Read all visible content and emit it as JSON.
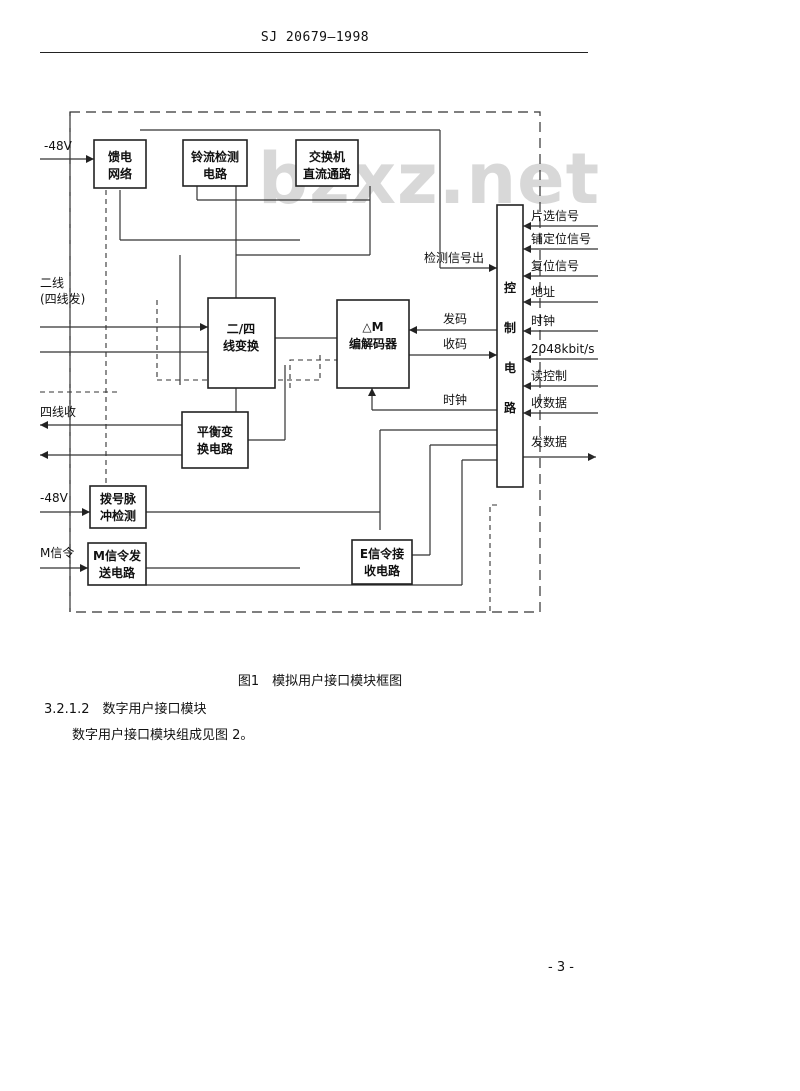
{
  "header": {
    "doc_id": "SJ 20679—1998"
  },
  "watermark": "bzxz.net",
  "diagram": {
    "blocks": {
      "feed_network": [
        "馈电",
        "网络"
      ],
      "ring_detect": [
        "铃流检测",
        "电路"
      ],
      "exchange_dc": [
        "交换机",
        "直流通路"
      ],
      "two_four_convert": [
        "二/四",
        "线变换"
      ],
      "codec": [
        "△M",
        "编解码器"
      ],
      "balance_network": [
        "平衡变",
        "换电路"
      ],
      "dial_pulse": [
        "拨号脉",
        "冲检测"
      ],
      "m_signal_send": [
        "M信令发",
        "送电路"
      ],
      "e_signal_recv": [
        "E信令接",
        "收电路"
      ],
      "control_circuit": [
        "控",
        "制",
        "电",
        "路"
      ]
    },
    "left_labels": {
      "v48_top": "-48V",
      "two_wire": [
        "二线",
        "(四线发)"
      ],
      "four_wire_recv": "四线收",
      "v48_bottom": "-48V",
      "m_signal": "M信令"
    },
    "inner_labels": {
      "detect_out": "检测信号出",
      "send_code": "发码",
      "recv_code": "收码",
      "clock": "时钟"
    },
    "right_labels": [
      "片选信号",
      "铺定位信号",
      "复位信号",
      "地址",
      "时钟",
      "2048kbit/s",
      "读控制",
      "收数据",
      "发数据"
    ]
  },
  "caption": "图1　模拟用户接口模块框图",
  "section_heading": "3.2.1.2　数字用户接口模块",
  "paragraph": "数字用户接口模块组成见图 2。",
  "page_number": "- 3 -"
}
